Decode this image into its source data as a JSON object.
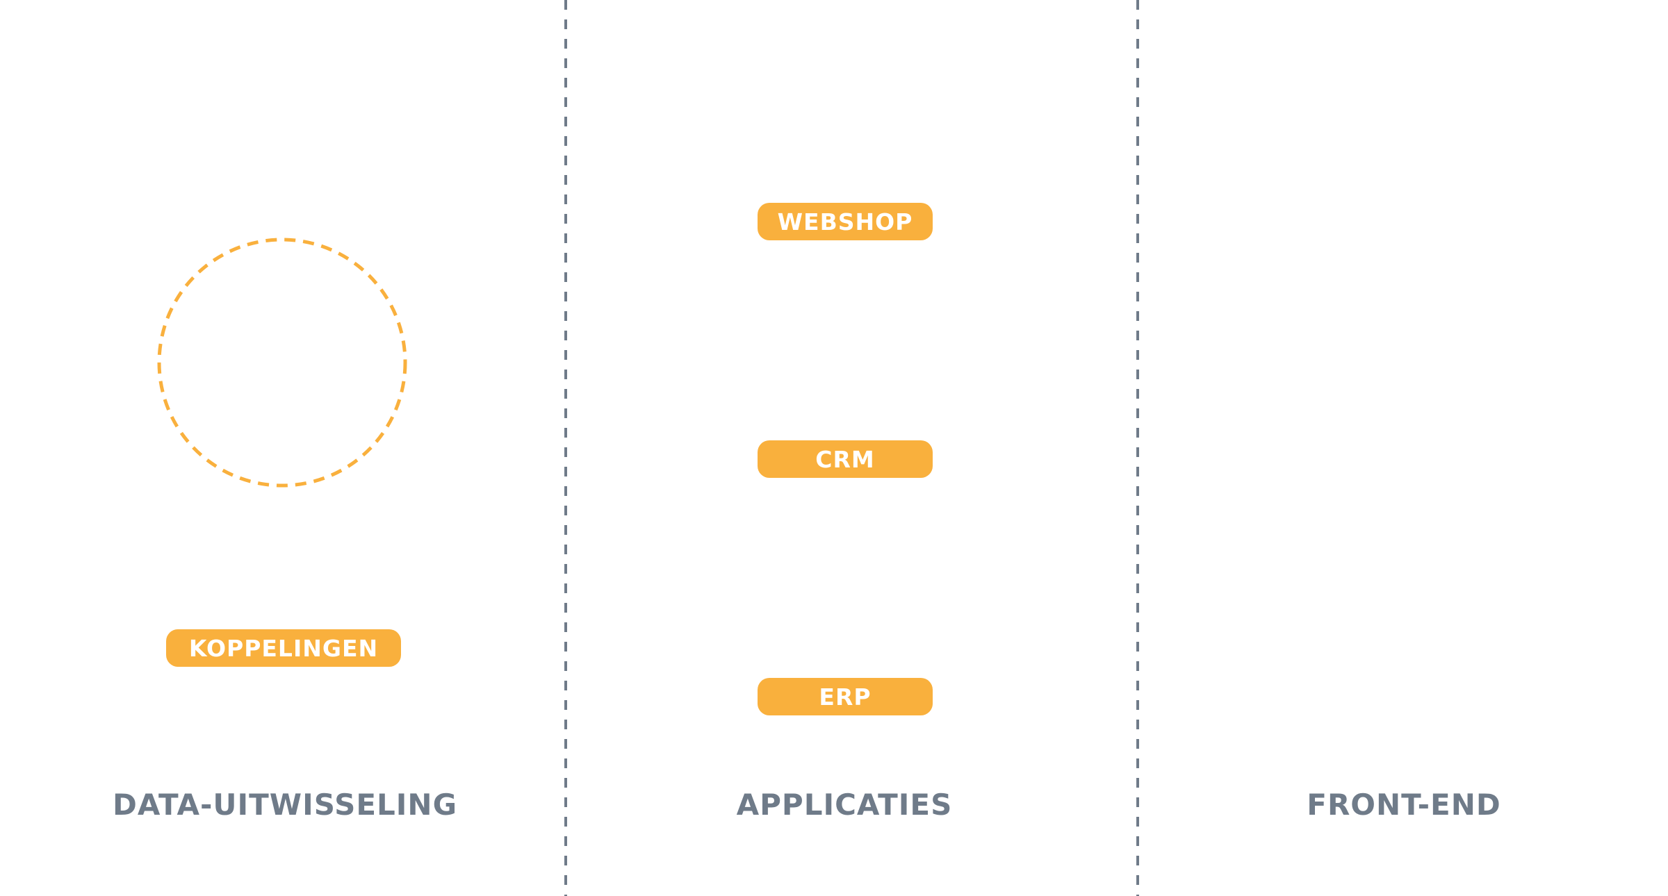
{
  "colors": {
    "pill_fill": "#f9b03d",
    "pill_text": "#ffffff",
    "title_text": "#6f7b89",
    "divider": "#6f7b89",
    "circle_stroke": "#f9b03d"
  },
  "columns": {
    "left": {
      "title": "DATA-UITWISSELING"
    },
    "middle": {
      "title": "APPLICATIES"
    },
    "right": {
      "title": "FRONT-END"
    }
  },
  "data_exchange": {
    "connector_label": "KOPPELINGEN"
  },
  "applications": {
    "items": [
      {
        "label": "WEBSHOP"
      },
      {
        "label": "CRM"
      },
      {
        "label": "ERP"
      }
    ]
  }
}
